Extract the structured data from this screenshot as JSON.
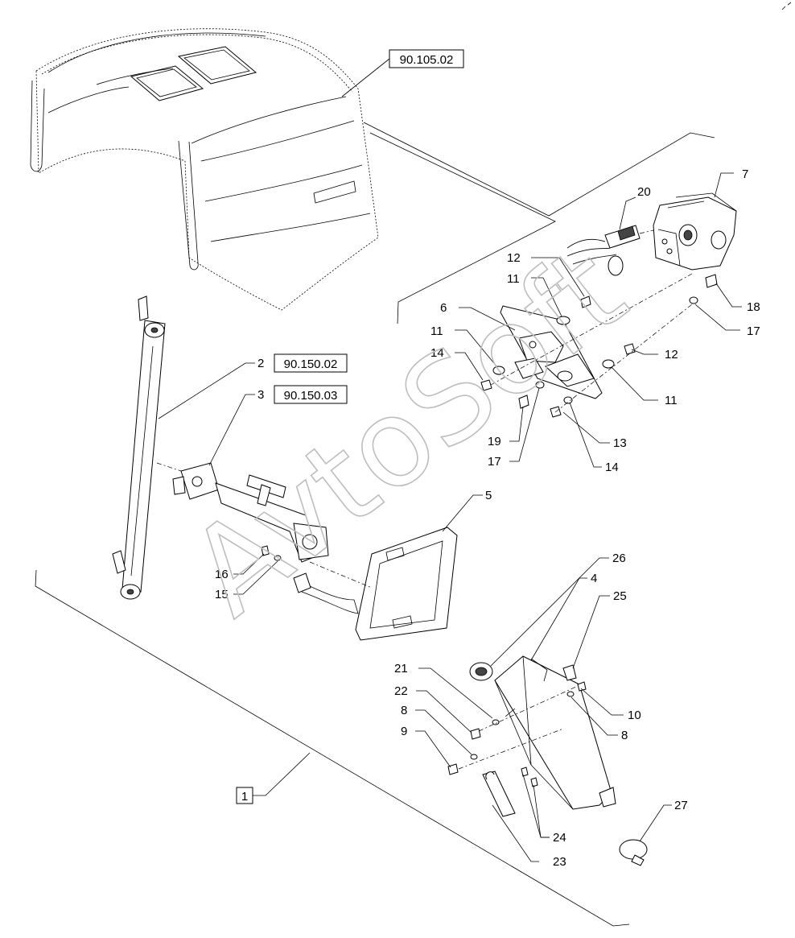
{
  "refs": {
    "cab": "90.105.02",
    "mast": "90.150.02",
    "bracket": "90.150.03",
    "assembly": "1"
  },
  "callouts": [
    "7",
    "20",
    "12",
    "11",
    "6",
    "11",
    "14",
    "18",
    "17",
    "12",
    "11",
    "19",
    "17",
    "13",
    "14",
    "2",
    "3",
    "5",
    "16",
    "15",
    "26",
    "4",
    "25",
    "21",
    "22",
    "8",
    "9",
    "10",
    "8",
    "27",
    "24",
    "23"
  ],
  "watermark": "AvtoSoft"
}
